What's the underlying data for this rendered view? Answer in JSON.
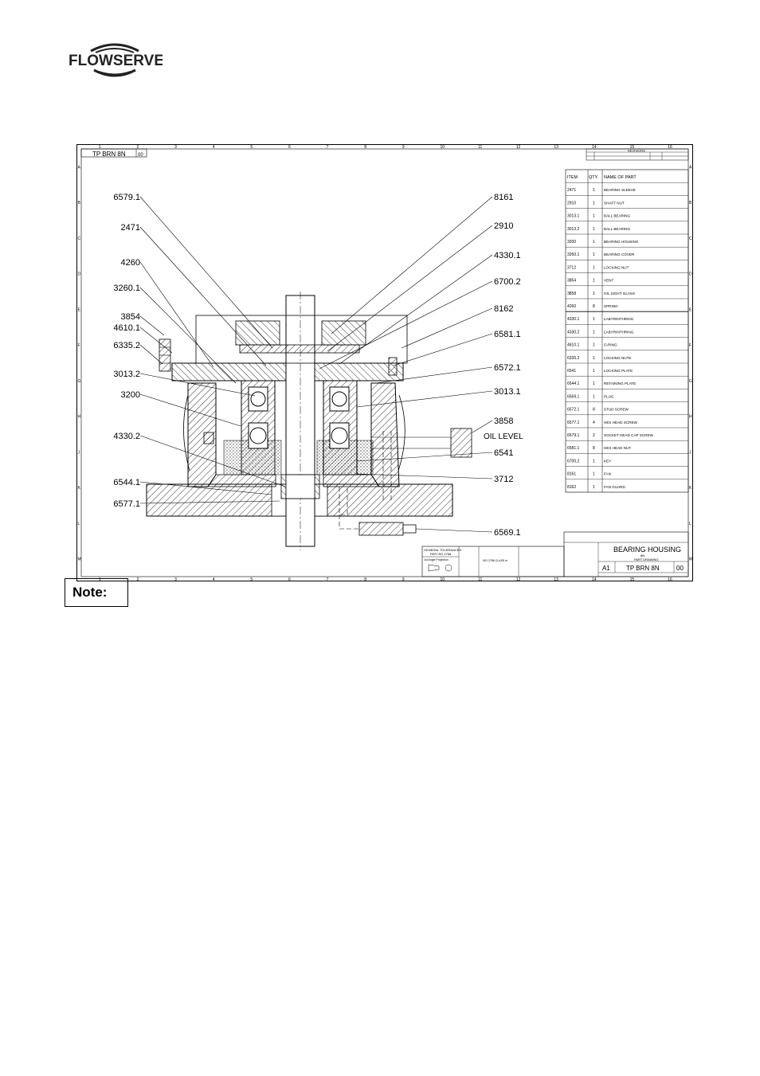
{
  "header": {
    "brand": "FLOWSERVE"
  },
  "drawing": {
    "number_label": "TP BRN 8N",
    "number_rev": "00",
    "revisions_label": "REVISIONS",
    "grid_columns": [
      "1",
      "2",
      "3",
      "4",
      "5",
      "6",
      "7",
      "8",
      "9",
      "10",
      "11",
      "12",
      "13",
      "14",
      "15",
      "16"
    ],
    "grid_rows": [
      "A",
      "B",
      "C",
      "D",
      "E",
      "F",
      "G",
      "H",
      "J",
      "K",
      "L",
      "M"
    ],
    "callouts_left": [
      "6579.1",
      "2471",
      "4260",
      "3260.1",
      "3854",
      "4610.1",
      "6335.2",
      "3013.2",
      "3200",
      "4330.2",
      "6544.1",
      "6577.1"
    ],
    "callouts_right": [
      "8161",
      "2910",
      "4330.1",
      "6700.2",
      "8162",
      "6581.1",
      "6572.1",
      "3013.1",
      "3858",
      "6541",
      "3712",
      "6569.1"
    ],
    "oil_level": "OIL LEVEL",
    "parts_header": {
      "item": "ITEM",
      "qty": "QTY.",
      "name": "NAME OF PART"
    },
    "parts": [
      {
        "item": "2471",
        "qty": "1",
        "name": "BEARING SLEEVE"
      },
      {
        "item": "2910",
        "qty": "1",
        "name": "SHAFT NUT"
      },
      {
        "item": "3013.1",
        "qty": "1",
        "name": "BALL BEARING"
      },
      {
        "item": "3013.2",
        "qty": "1",
        "name": "BALL BEARING"
      },
      {
        "item": "3200",
        "qty": "1",
        "name": "BEARING HOUSING"
      },
      {
        "item": "3260.1",
        "qty": "1",
        "name": "BEARING COVER"
      },
      {
        "item": "3712",
        "qty": "1",
        "name": "LOCKING NUT"
      },
      {
        "item": "3854",
        "qty": "1",
        "name": "VENT"
      },
      {
        "item": "3858",
        "qty": "1",
        "name": "OIL SIGHT GLASS"
      },
      {
        "item": "4260",
        "qty": "8",
        "name": "SPRING"
      },
      {
        "item": "4330.1",
        "qty": "1",
        "name": "LABYRINTHRING"
      },
      {
        "item": "4330.2",
        "qty": "1",
        "name": "LABYRINTHRING"
      },
      {
        "item": "4610.1",
        "qty": "1",
        "name": "O-RING"
      },
      {
        "item": "6335.2",
        "qty": "1",
        "name": "LOCKING NUTE"
      },
      {
        "item": "6541",
        "qty": "1",
        "name": "LOCKING PLATE"
      },
      {
        "item": "6544.1",
        "qty": "1",
        "name": "RETAINING PLATE"
      },
      {
        "item": "6569.1",
        "qty": "1",
        "name": "PLUG"
      },
      {
        "item": "6572.1",
        "qty": "8",
        "name": "STUD SCREW"
      },
      {
        "item": "6577.1",
        "qty": "4",
        "name": "HEX HEAD SCREW"
      },
      {
        "item": "6579.1",
        "qty": "2",
        "name": "SOCKET HEAD CAP SCREW"
      },
      {
        "item": "6581.1",
        "qty": "8",
        "name": "HEX HEAD NUT"
      },
      {
        "item": "6700.2",
        "qty": "1",
        "name": "KEY"
      },
      {
        "item": "8161",
        "qty": "1",
        "name": "FAN"
      },
      {
        "item": "8162",
        "qty": "1",
        "name": "FAN GUARD"
      }
    ],
    "title_block": {
      "title": "BEARING HOUSING",
      "subtitle1": "8N",
      "subtitle2": "PART DRAWING",
      "size": "A1",
      "number": "TP BRN 8N",
      "rev": "00",
      "tolerances": "GENERAL TOLERANCES",
      "tolerances_std": "PER ISO 2768",
      "projection": "1st Angle Projection",
      "iso_note": "ISO 2768 CLASS m"
    }
  },
  "note": {
    "label": "Note:"
  }
}
